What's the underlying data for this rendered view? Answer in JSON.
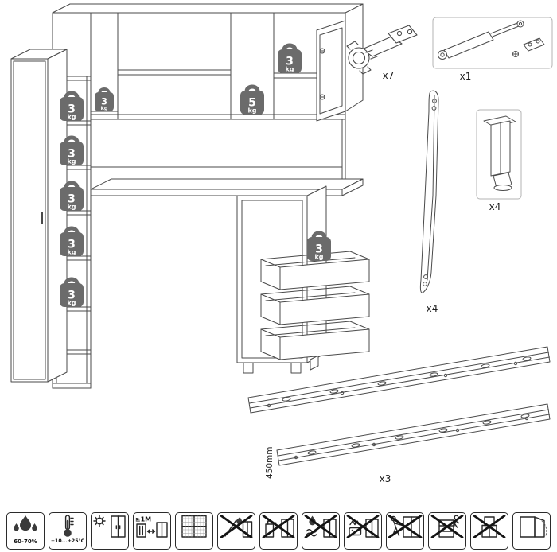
{
  "colors": {
    "weight_badge": "#6b6b6b",
    "line_art": "#4a4a4a"
  },
  "weights": [
    {
      "value": "3",
      "unit": "kg"
    },
    {
      "value": "3",
      "unit": "kg"
    },
    {
      "value": "3",
      "unit": "kg"
    },
    {
      "value": "3",
      "unit": "kg"
    },
    {
      "value": "3",
      "unit": "kg"
    },
    {
      "value": "3",
      "unit": "kg"
    },
    {
      "value": "5",
      "unit": "kg"
    },
    {
      "value": "3",
      "unit": "kg"
    },
    {
      "value": "3",
      "unit": "kg"
    }
  ],
  "parts": {
    "hinge": {
      "qty": "x7"
    },
    "gas_lift": {
      "qty": "x1"
    },
    "wall_strip": {
      "qty": "x4"
    },
    "leg": {
      "qty": "x4"
    },
    "drawer_slide": {
      "qty": "x3",
      "length": "450mm"
    }
  },
  "footer": {
    "icons": [
      {
        "name": "humidity-icon",
        "label": "60-70%"
      },
      {
        "name": "temperature-icon",
        "label": "+10...+25°C"
      },
      {
        "name": "sunlight-protection-icon"
      },
      {
        "name": "heat-distance-icon",
        "label": "≥1M"
      },
      {
        "name": "ventilation-icon"
      },
      {
        "name": "no-sharp-tools-icon"
      },
      {
        "name": "no-solvents-icon"
      },
      {
        "name": "no-wet-cleaning-icon"
      },
      {
        "name": "no-abrasives-icon"
      },
      {
        "name": "no-dragging-icon"
      },
      {
        "name": "no-climbing-icon"
      },
      {
        "name": "no-heavy-load-icon"
      },
      {
        "name": "door-adjustment-icon"
      }
    ]
  }
}
